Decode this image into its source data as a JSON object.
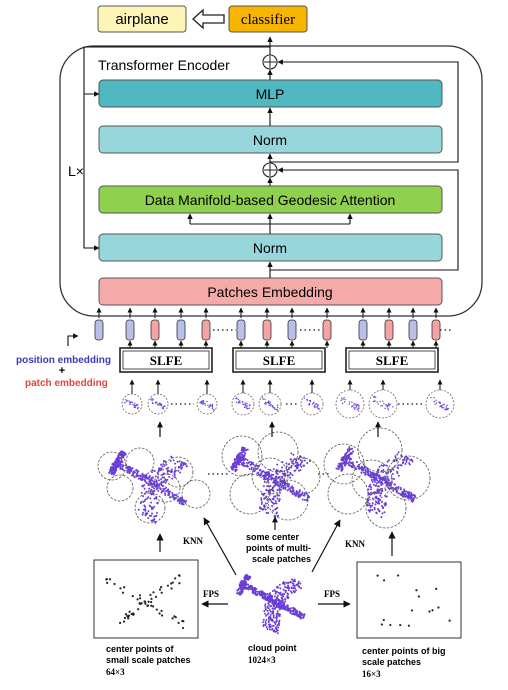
{
  "output_label": "airplane",
  "classifier_label": "classifier",
  "encoder_title": "Transformer Encoder",
  "repeat_label": "L×",
  "mlp_label": "MLP",
  "norm_top_label": "Norm",
  "attention_label": "Data Manifold-based Geodesic Attention",
  "norm_bottom_label": "Norm",
  "patch_embedding_label": "Patches Embedding",
  "slfe_labels": [
    "SLFE",
    "SLFE",
    "SLFE"
  ],
  "position_embedding_label": "position embedding",
  "plus_label": "+",
  "patch_embedding_legend": "patch embedding",
  "knn_left_label": "KNN",
  "knn_right_label": "KNN",
  "fps_left_label": "FPS",
  "fps_right_label": "FPS",
  "center_note_lines": [
    "some center",
    "points of multi-",
    "scale patches"
  ],
  "small_caption_lines": [
    "center points of",
    "small scale patches",
    "64×3"
  ],
  "cloud_caption_lines": [
    "cloud point",
    "1024×3"
  ],
  "big_caption_lines": [
    "center points of big",
    "scale patches",
    "16×3"
  ],
  "colors": {
    "output_fill": "#fdf5b8",
    "classifier_fill": "#f7b500",
    "mlp_fill": "#4fb8c1",
    "norm_fill": "#97d6da",
    "attention_fill": "#8fd14f",
    "patches_fill": "#f6a9a9",
    "position_text": "#3a3ab8",
    "patch_text": "#e8433c",
    "point_color": "#6b3fd6",
    "token_red": "#f3a3a3",
    "token_blue": "#b8bfe8"
  }
}
